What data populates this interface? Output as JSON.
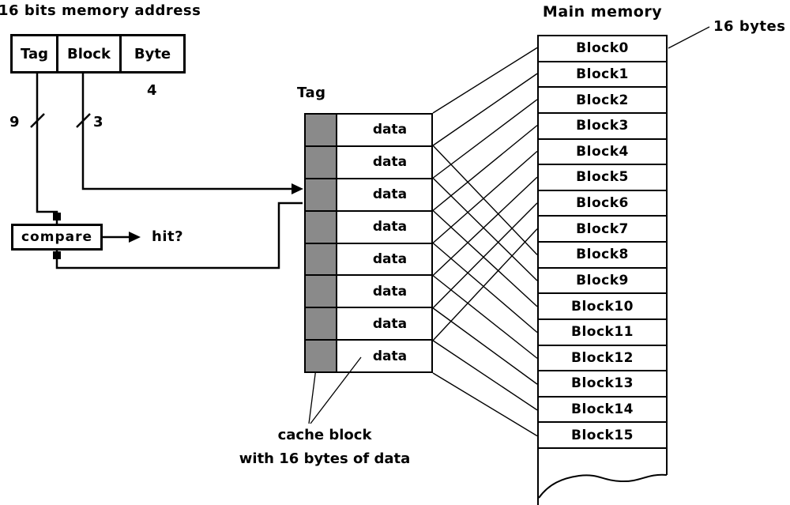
{
  "title": "16 bits memory address",
  "address_box": {
    "fields": [
      {
        "label": "Tag",
        "bits": "9"
      },
      {
        "label": "Block",
        "bits": "3"
      },
      {
        "label": "Byte",
        "bits": "4"
      }
    ]
  },
  "compare": {
    "label": "compare",
    "output_label": "hit?"
  },
  "cache": {
    "column_label": "Tag",
    "rows": [
      "data",
      "data",
      "data",
      "data",
      "data",
      "data",
      "data",
      "data"
    ],
    "caption_line1": "cache block",
    "caption_line2": "with 16 bytes of data"
  },
  "memory": {
    "title": "Main memory",
    "blocks": [
      "Block0",
      "Block1",
      "Block2",
      "Block3",
      "Block4",
      "Block5",
      "Block6",
      "Block7",
      "Block8",
      "Block9",
      "Block10",
      "Block11",
      "Block12",
      "Block13",
      "Block14",
      "Block15"
    ],
    "note": "16 bytes"
  },
  "colors": {
    "tag_fill": "#8a8a8a",
    "line": "#000000"
  }
}
